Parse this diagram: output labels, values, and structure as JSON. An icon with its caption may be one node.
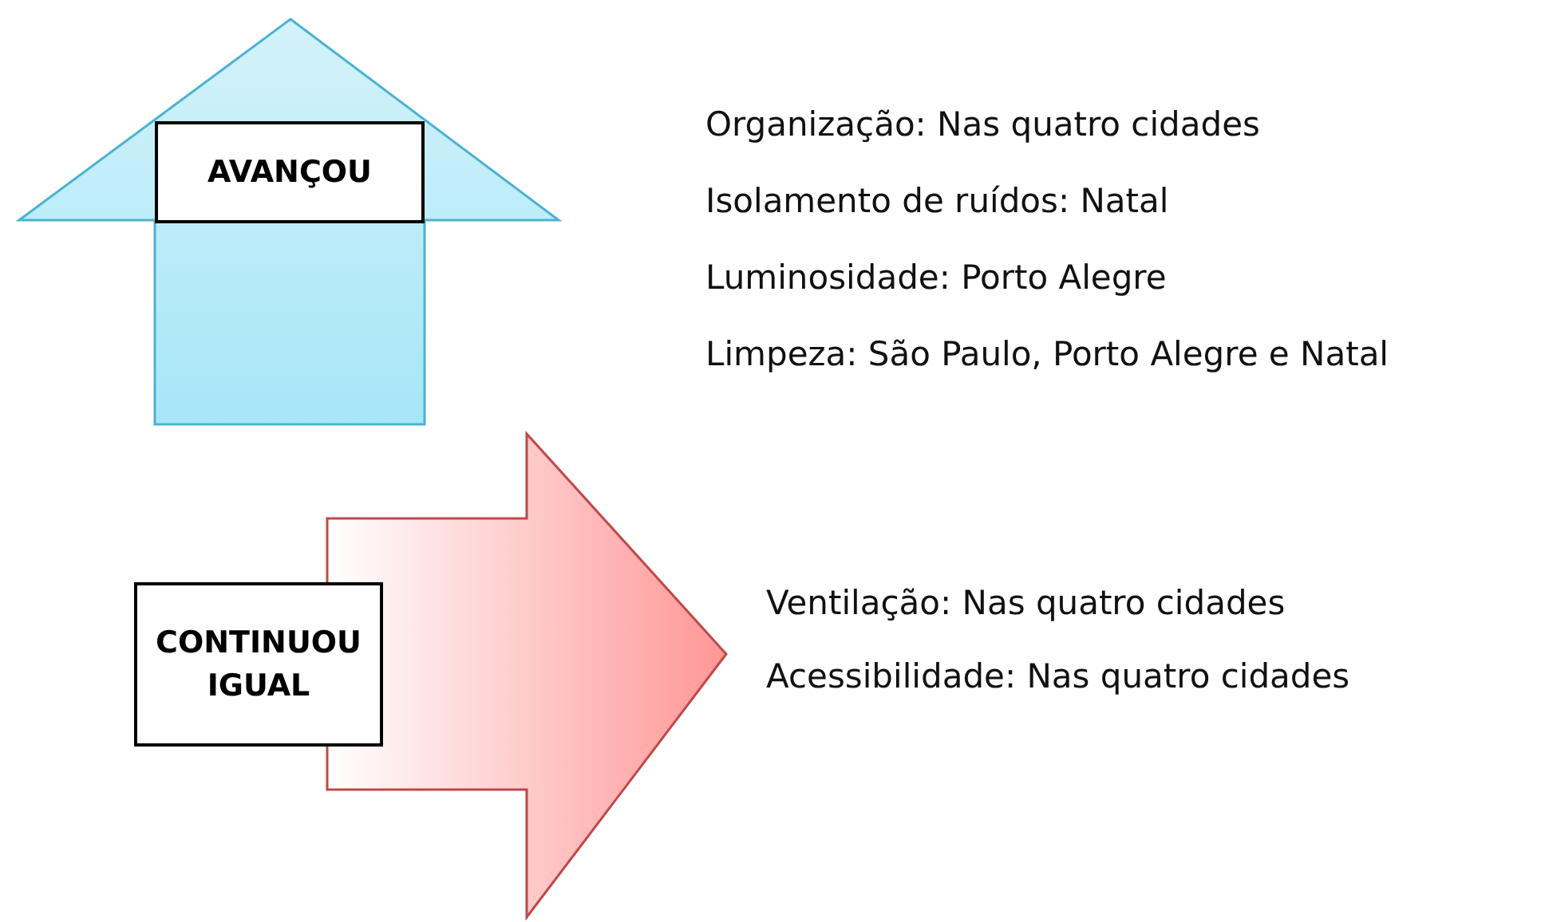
{
  "diagram": {
    "nodes": [
      {
        "text": [
          "AVANÇOU"
        ]
      },
      {
        "text": [
          "CONTINUOU IGUAL"
        ]
      }
    ],
    "labels": [
      "Organização: Nas quatro cidades",
      "Isolamento de ruídos: Natal",
      "Luminosidade: Porto Alegre",
      "Limpeza: São Paulo, Porto Alegre e Natal",
      "Ventilação: Nas quatro cidades",
      "Acessibilidade: Nas quatro cidades"
    ]
  }
}
